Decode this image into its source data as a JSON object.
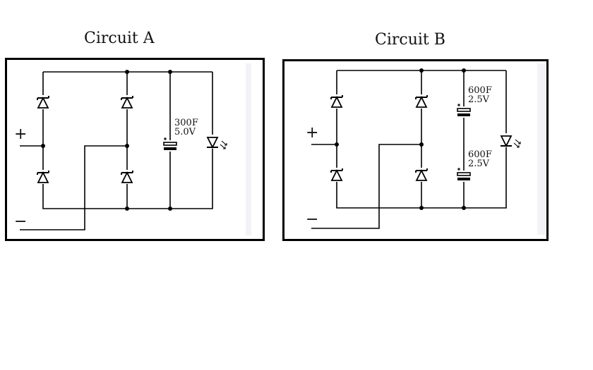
{
  "circuit_a": {
    "title": "Circuit A",
    "plus_label": "+",
    "minus_label": "−",
    "capacitor": {
      "capacitance": "300F",
      "voltage": "5.0V"
    }
  },
  "circuit_b": {
    "title": "Circuit B",
    "plus_label": "+",
    "minus_label": "−",
    "capacitor_top": {
      "capacitance": "600F",
      "voltage": "2.5V"
    },
    "capacitor_bottom": {
      "capacitance": "600F",
      "voltage": "2.5V"
    }
  },
  "colors": {
    "line": "#000000",
    "background": "#ffffff",
    "panel_shade": "#f2f2f6"
  }
}
